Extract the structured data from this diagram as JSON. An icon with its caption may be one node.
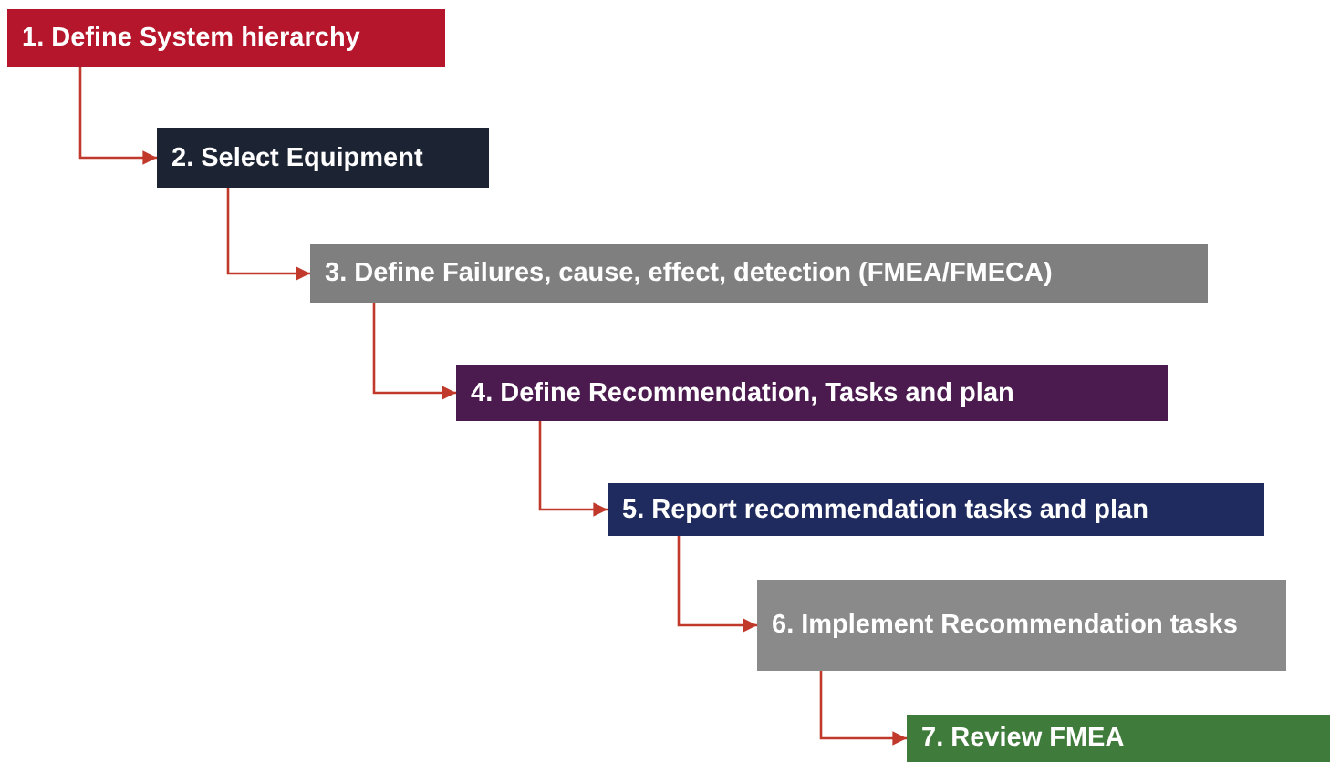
{
  "diagram": {
    "nodes": [
      {
        "text": [
          "1. Define System hierarchy"
        ]
      },
      {
        "text": [
          "2. Select Equipment"
        ]
      },
      {
        "text": [
          "3. Define Failures, cause, effect, detection (FMEA/FMECA)"
        ]
      },
      {
        "text": [
          "4. Define Recommendation, Tasks and plan"
        ]
      },
      {
        "text": [
          "5. Report recommendation tasks and plan"
        ]
      },
      {
        "text": [
          "6. Implement Recommendation tasks"
        ]
      },
      {
        "text": [
          "7. Review FMEA"
        ]
      }
    ],
    "edges": [
      {
        "from": 0,
        "to": 1,
        "arrow": "to"
      },
      {
        "from": 1,
        "to": 2,
        "arrow": "to"
      },
      {
        "from": 2,
        "to": 3,
        "arrow": "to"
      },
      {
        "from": 3,
        "to": 4,
        "arrow": "to"
      },
      {
        "from": 4,
        "to": 5,
        "arrow": "to"
      },
      {
        "from": 5,
        "to": 6,
        "arrow": "to"
      }
    ]
  }
}
